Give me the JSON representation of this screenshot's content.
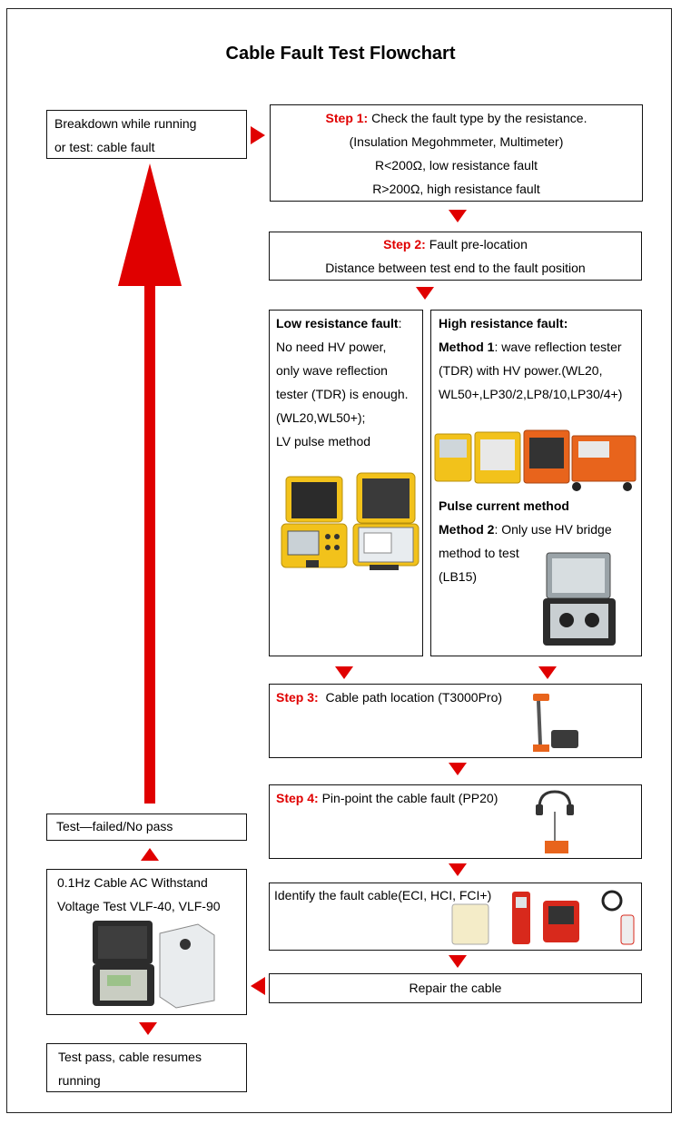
{
  "title": "Cable Fault Test Flowchart",
  "colors": {
    "accent": "#e00000",
    "equipment_yellow": "#f2c21b",
    "equipment_orange": "#e8641c"
  },
  "breakdown": {
    "line1": "Breakdown while running",
    "line2": "or test: cable fault"
  },
  "step1": {
    "label": "Step 1:",
    "text": "Check the fault type by the resistance.",
    "line2": "(Insulation Megohmmeter, Multimeter)",
    "line3": "R<200Ω, low resistance fault",
    "line4": "R>200Ω, high resistance fault"
  },
  "step2": {
    "label": "Step 2:",
    "text": "Fault pre-location",
    "line2": "Distance between test end to the fault position"
  },
  "low_fault": {
    "heading": "Low resistance fault",
    "colon": ":",
    "line1": "No need HV power,",
    "line2": "only wave reflection",
    "line3": "tester (TDR) is enough.",
    "line4": "(WL20,WL50+);",
    "line5": "LV pulse method"
  },
  "high_fault": {
    "heading": "High resistance fault:",
    "method1_label": "Method 1",
    "method1_line1": ": wave reflection tester",
    "method1_line2": "(TDR) with HV power.(WL20,",
    "method1_line3": "WL50+,LP30/2,LP8/10,LP30/4+)",
    "pulse_heading": "Pulse current method",
    "method2_label": "Method 2",
    "method2_line1": ": Only use HV bridge",
    "method2_line2": "method to test",
    "method2_line3": "(LB15)"
  },
  "step3": {
    "label": "Step 3:",
    "text": "Cable path location (T3000Pro)"
  },
  "step4": {
    "label": "Step 4:",
    "text": "Pin-point the cable fault (PP20)"
  },
  "identify": {
    "text": "Identify the fault cable(ECI, HCI, FCI+)"
  },
  "repair": {
    "text": "Repair the cable"
  },
  "vlf": {
    "line1": "0.1Hz Cable AC Withstand",
    "line2": "Voltage Test VLF-40, VLF-90"
  },
  "failed": {
    "text": "Test—failed/No pass"
  },
  "pass": {
    "line1": "Test pass, cable resumes",
    "line2": "running"
  }
}
